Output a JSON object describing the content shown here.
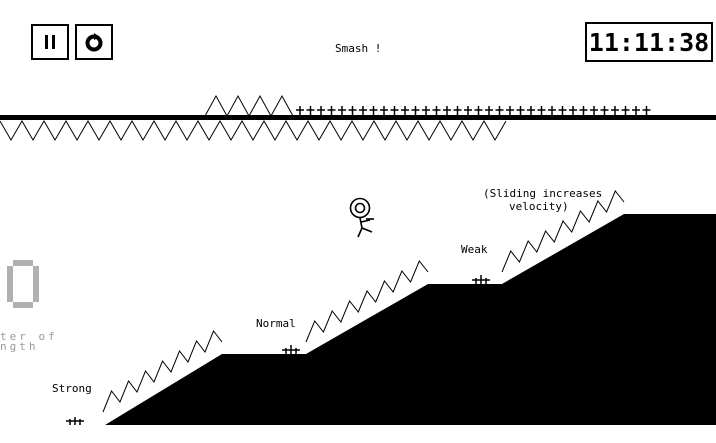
{
  "hud": {
    "pause_icon": "pause-icon",
    "restart_icon": "restart-icon",
    "timer": "11:11:38"
  },
  "level": {
    "title": "Smash !",
    "labels": {
      "strong": "Strong",
      "normal": "Normal",
      "weak": "Weak",
      "tip_line1": "(Sliding increases",
      "tip_line2": "velocity)"
    },
    "ghost_text": {
      "line1": "ter of",
      "line2": "ngth"
    }
  },
  "colors": {
    "background": "#ffffff",
    "foreground": "#000000",
    "ghost": "#9a9a9a"
  }
}
